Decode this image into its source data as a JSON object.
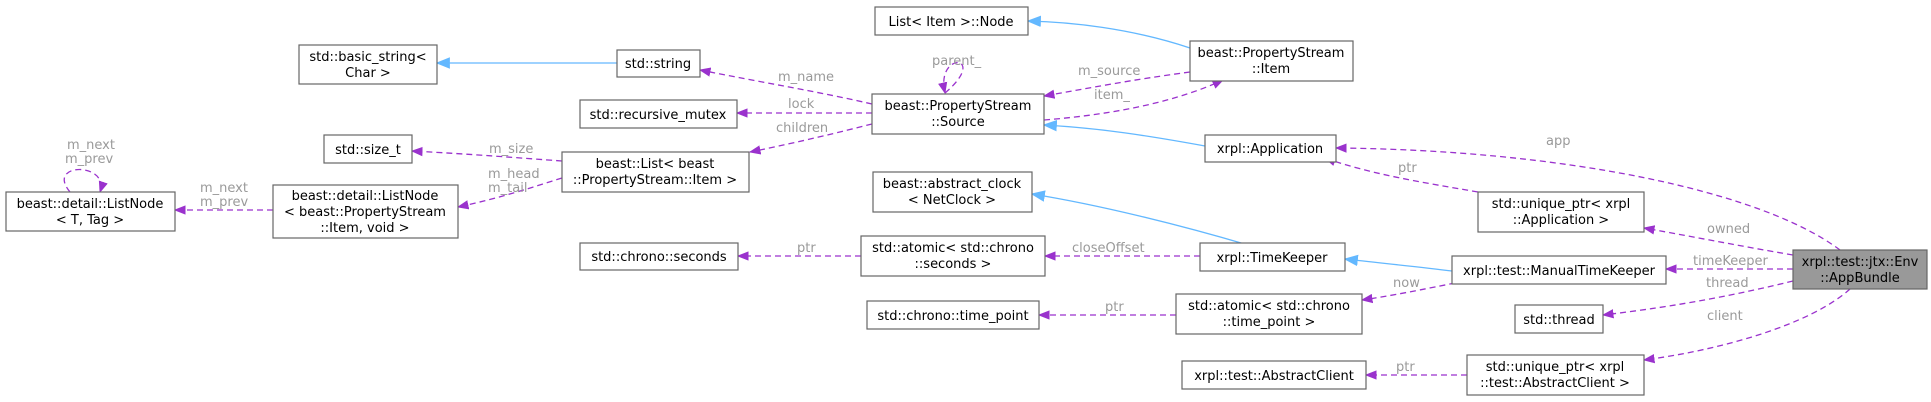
{
  "diagram": {
    "nodes": {
      "list_item_node": [
        "List< Item >::Node"
      ],
      "basic_string": [
        "std::basic_string<",
        "Char >"
      ],
      "std_string": [
        "std::string"
      ],
      "property_stream_item": [
        "beast::PropertyStream",
        "::Item"
      ],
      "recursive_mutex": [
        "std::recursive_mutex"
      ],
      "property_stream_source": [
        "beast::PropertyStream",
        "::Source"
      ],
      "size_t": [
        "std::size_t"
      ],
      "beast_list": [
        "beast::List< beast",
        "::PropertyStream::Item >"
      ],
      "list_node_generic": [
        "beast::detail::ListNode",
        "< T, Tag >"
      ],
      "list_node_item": [
        "beast::detail::ListNode",
        "< beast::PropertyStream",
        "::Item, void >"
      ],
      "application": [
        "xrpl::Application"
      ],
      "abstract_clock": [
        "beast::abstract_clock",
        "< NetClock >"
      ],
      "unique_ptr_app": [
        "std::unique_ptr< xrpl",
        "::Application >"
      ],
      "chrono_seconds": [
        "std::chrono::seconds"
      ],
      "atomic_seconds": [
        "std::atomic< std::chrono",
        "::seconds >"
      ],
      "time_keeper": [
        "xrpl::TimeKeeper"
      ],
      "manual_time_keeper": [
        "xrpl::test::ManualTimeKeeper"
      ],
      "app_bundle": [
        "xrpl::test::jtx::Env",
        "::AppBundle"
      ],
      "time_point": [
        "std::chrono::time_point"
      ],
      "atomic_time_point": [
        "std::atomic< std::chrono",
        "::time_point >"
      ],
      "std_thread": [
        "std::thread"
      ],
      "abstract_client": [
        "xrpl::test::AbstractClient"
      ],
      "unique_ptr_client": [
        "std::unique_ptr< xrpl",
        "::test::AbstractClient >"
      ]
    },
    "edge_labels": {
      "m_name": "m_name",
      "parent": "parent_",
      "m_source": "m_source",
      "item": "item_",
      "lock": "lock",
      "children": "children",
      "m_size": "m_size",
      "m_head_m_tail": [
        "m_head",
        "m_tail"
      ],
      "m_next_m_prev_self": [
        "m_next",
        "m_prev"
      ],
      "m_next_m_prev": [
        "m_next",
        "m_prev"
      ],
      "app": "app",
      "ptr_app": "ptr",
      "owned": "owned",
      "ptr_seconds": "ptr",
      "close_offset": "closeOffset",
      "time_keeper": "timeKeeper",
      "now": "now",
      "thread": "thread",
      "ptr_time_point": "ptr",
      "client": "client",
      "ptr_client": "ptr"
    },
    "colors": {
      "usage_edge": "#9a32cd",
      "inheritance_edge": "#63b8ff",
      "focus_fill": "#999999",
      "node_border": "#666666",
      "label_text": "#9a9a9a"
    }
  }
}
